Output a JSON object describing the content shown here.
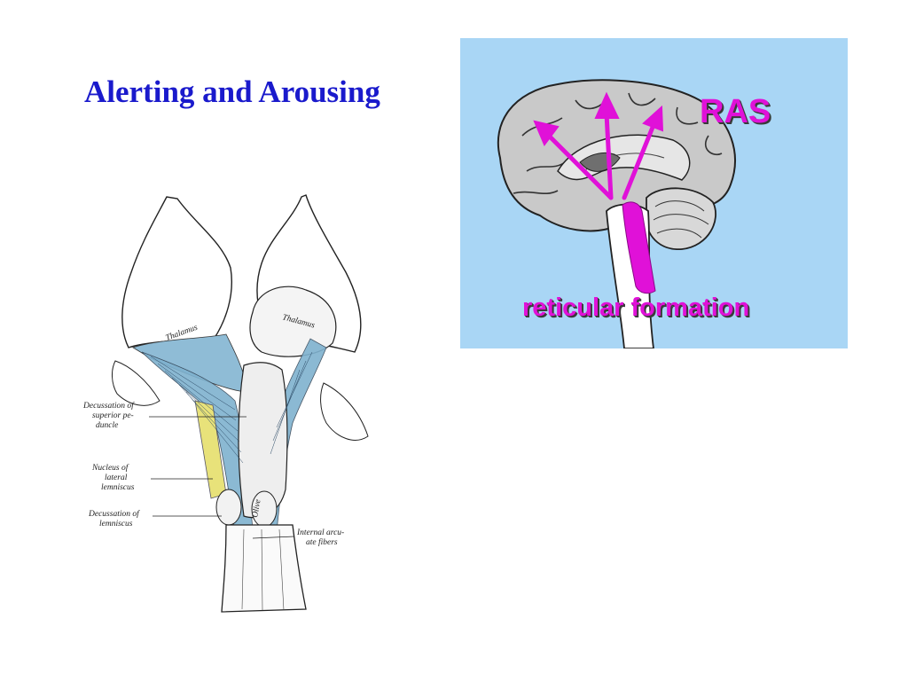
{
  "slide": {
    "title": "Alerting and Arousing"
  },
  "brainstem_figure": {
    "labels": {
      "thalamus_left": "Thalamus",
      "thalamus_right": "Thalamus",
      "decussation_superior_peduncle": [
        "Decussation of",
        "superior pe-",
        "duncle"
      ],
      "nucleus_lateral_lemniscus": [
        "Nucleus  of",
        "lateral",
        "lemniscus"
      ],
      "decussation_lemniscus": [
        "Decussation of",
        "lemniscus"
      ],
      "internal_arcuate_fibers": [
        "Internal arcu-",
        "ate fibers"
      ],
      "olive": "Olive"
    },
    "colors": {
      "tract_blue": "#7fb2cf",
      "lemniscus_yellow": "#e8e27a",
      "line": "#222222"
    }
  },
  "ras_panel": {
    "ras_label": "RAS",
    "reticular_label": "reticular formation",
    "colors": {
      "background": "#a9d6f5",
      "brain": "#c8c8c8",
      "magenta": "#e011d8",
      "stem": "#ffffff"
    }
  }
}
